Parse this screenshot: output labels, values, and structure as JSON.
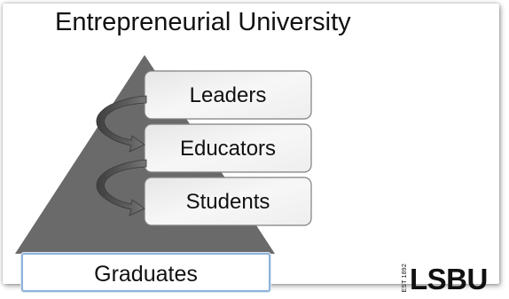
{
  "title": "Entrepreneurial University",
  "levels": [
    {
      "label": "Leaders"
    },
    {
      "label": "Educators"
    },
    {
      "label": "Students"
    }
  ],
  "base": {
    "label": "Graduates"
  },
  "logo": {
    "text": "LSBU",
    "est": "EST 1892"
  },
  "colors": {
    "pyramid": "#6a6a6a",
    "box_fill_light": "#f4f4f4",
    "box_border": "#7f7f7f",
    "graduates_border": "#8fb3d9"
  }
}
